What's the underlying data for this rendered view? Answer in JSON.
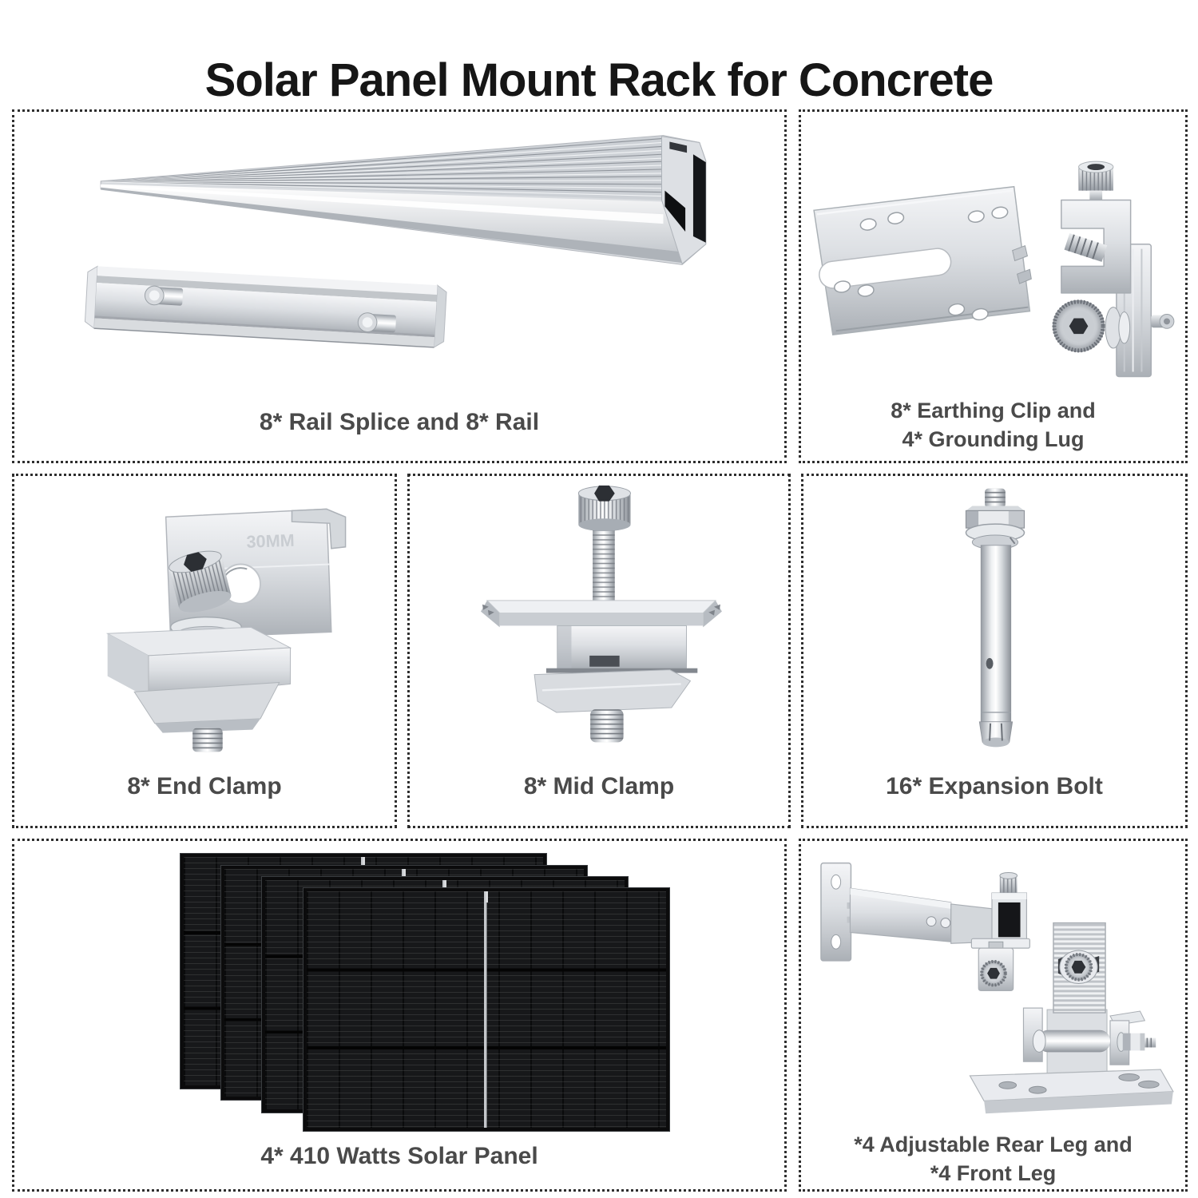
{
  "title": "Solar Panel Mount Rack for Concrete",
  "sections": [
    {
      "id": "rail-splice-and-rail",
      "label": "8* Rail Splice and 8* Rail"
    },
    {
      "id": "earthing-clip-and-grounding-lug",
      "label_line1": "8* Earthing Clip and",
      "label_line2": "4* Grounding Lug"
    },
    {
      "id": "end-clamp",
      "label": "8* End Clamp",
      "embossed_text": "30MM"
    },
    {
      "id": "mid-clamp",
      "label": "8* Mid Clamp"
    },
    {
      "id": "expansion-bolt",
      "label": "16* Expansion Bolt"
    },
    {
      "id": "solar-panel",
      "label": "4* 410 Watts Solar Panel"
    },
    {
      "id": "legs",
      "label_line1": "*4 Adjustable Rear Leg and",
      "label_line2": "*4 Front Leg"
    }
  ],
  "colors": {
    "background": "#ffffff",
    "title_text": "#161616",
    "caption_text": "#4a4a4a",
    "box_border": "#2e2e2e",
    "metal_light": "#f4f5f7",
    "metal_mid": "#c8ccd0",
    "metal_dark": "#8f949b",
    "solar_panel_black": "#17181a"
  }
}
